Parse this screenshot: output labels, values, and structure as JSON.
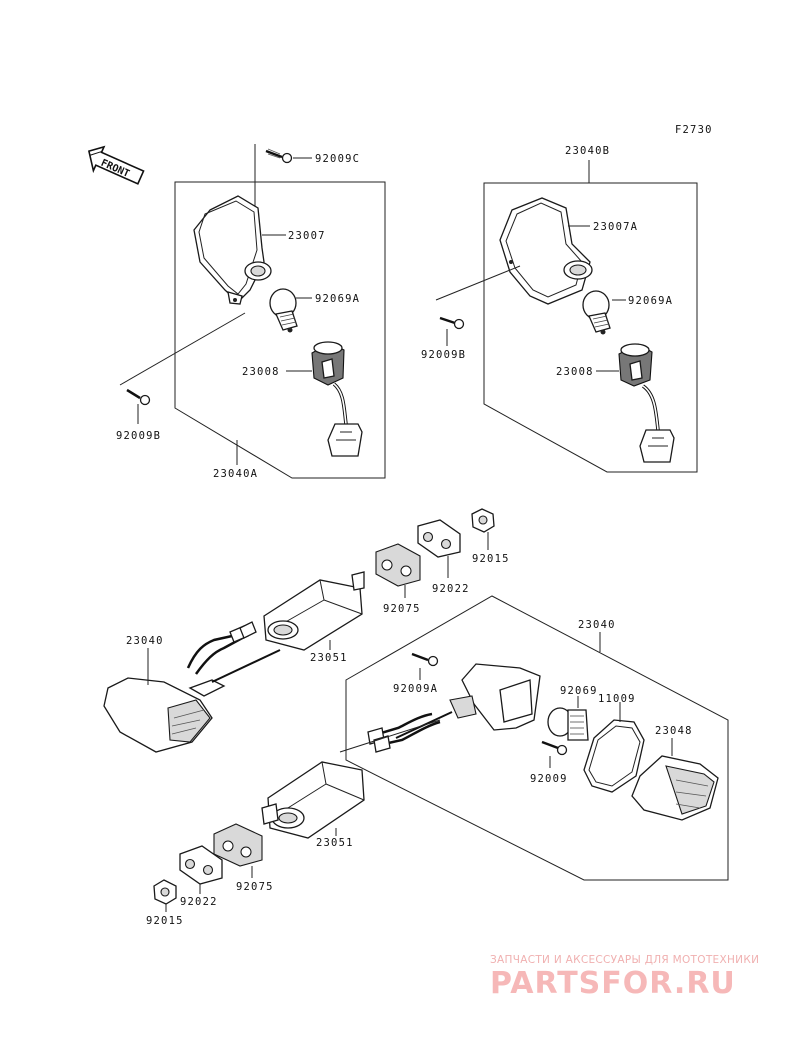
{
  "figure_code": "F2730",
  "front_arrow_label": "FRONT",
  "labels": {
    "a_92009C": "92009C",
    "a_23007": "23007",
    "a_92069A": "92069A",
    "a_23008": "23008",
    "a_92009B": "92009B",
    "a_23040A": "23040A",
    "b_23040B": "23040B",
    "b_23007A": "23007A",
    "b_92069A": "92069A",
    "b_92009B": "92009B",
    "b_23008": "23008",
    "c_92015_top": "92015",
    "c_92022_top": "92022",
    "c_92075_top": "92075",
    "c_23051_top": "23051",
    "c_23040_left": "23040",
    "d_23040_right": "23040",
    "d_92009A": "92009A",
    "d_92069": "92069",
    "d_11009": "11009",
    "d_23048": "23048",
    "d_92009": "92009",
    "d_23051": "23051",
    "d_92075": "92075",
    "d_92022": "92022",
    "d_92015": "92015"
  },
  "watermark": {
    "caption": "ЗАПЧАСТИ И АКСЕССУАРЫ ДЛЯ МОТОТЕХНИКИ",
    "logo": "PARTSFOR.RU"
  }
}
